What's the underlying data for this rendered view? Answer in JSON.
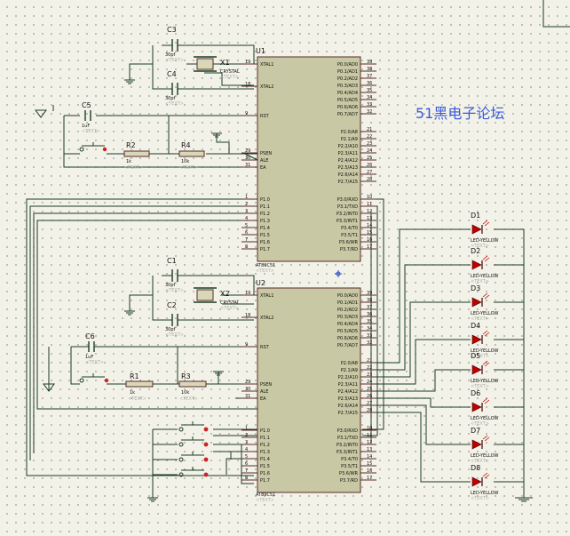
{
  "title_text": "51黑电子论坛",
  "u1": {
    "ref": "U1",
    "part": "AT89C51",
    "template": "<TEXT>",
    "left_pins": [
      {
        "name": "XTAL1",
        "num": "19"
      },
      {
        "name": "XTAL2",
        "num": "18"
      },
      {
        "name": "RST",
        "num": "9"
      },
      {
        "name": "PSEN",
        "num": "29"
      },
      {
        "name": "ALE",
        "num": "30"
      },
      {
        "name": "EA",
        "num": "31"
      },
      {
        "name": "P1.0",
        "num": "1"
      },
      {
        "name": "P1.1",
        "num": "2"
      },
      {
        "name": "P1.2",
        "num": "3"
      },
      {
        "name": "P1.3",
        "num": "4"
      },
      {
        "name": "P1.4",
        "num": "5"
      },
      {
        "name": "P1.5",
        "num": "6"
      },
      {
        "name": "P1.6",
        "num": "7"
      },
      {
        "name": "P1.7",
        "num": "8"
      }
    ],
    "right_pins": [
      {
        "name": "P0.0/AD0",
        "num": "39"
      },
      {
        "name": "P0.1/AD1",
        "num": "38"
      },
      {
        "name": "P0.2/AD2",
        "num": "37"
      },
      {
        "name": "P0.3/AD3",
        "num": "36"
      },
      {
        "name": "P0.4/AD4",
        "num": "35"
      },
      {
        "name": "P0.5/AD5",
        "num": "34"
      },
      {
        "name": "P0.6/AD6",
        "num": "33"
      },
      {
        "name": "P0.7/AD7",
        "num": "32"
      },
      {
        "name": "P2.0/A8",
        "num": "21"
      },
      {
        "name": "P2.1/A9",
        "num": "22"
      },
      {
        "name": "P2.2/A10",
        "num": "23"
      },
      {
        "name": "P2.3/A11",
        "num": "24"
      },
      {
        "name": "P2.4/A12",
        "num": "25"
      },
      {
        "name": "P2.5/A13",
        "num": "26"
      },
      {
        "name": "P2.6/A14",
        "num": "27"
      },
      {
        "name": "P2.7/A15",
        "num": "28"
      },
      {
        "name": "P3.0/RXD",
        "num": "10"
      },
      {
        "name": "P3.1/TXD",
        "num": "11"
      },
      {
        "name": "P3.2/INT0",
        "num": "12"
      },
      {
        "name": "P3.3/INT1",
        "num": "13"
      },
      {
        "name": "P3.4/T0",
        "num": "14"
      },
      {
        "name": "P3.5/T1",
        "num": "15"
      },
      {
        "name": "P3.6/WR",
        "num": "16"
      },
      {
        "name": "P3.7/RD",
        "num": "17"
      }
    ]
  },
  "u2": {
    "ref": "U2",
    "part": "AT89C51",
    "template": "<TEXT>"
  },
  "components_top": {
    "c3": {
      "ref": "C3",
      "value": "30pf",
      "template": "<TEXT>"
    },
    "c4": {
      "ref": "C4",
      "value": "30pf",
      "template": "<TEXT>"
    },
    "x1": {
      "ref": "X1",
      "value": "CRYSTAL",
      "template": "<TEXT>"
    },
    "c5": {
      "ref": "C5",
      "value": "1uF",
      "template": "<TEXT>"
    },
    "r2": {
      "ref": "R2",
      "value": "1k",
      "template": "<TEXT>"
    },
    "r4": {
      "ref": "R4",
      "value": "10k",
      "template": "<TEXT>"
    }
  },
  "components_bottom": {
    "c1": {
      "ref": "C1",
      "value": "30pf",
      "template": "<TEXT>"
    },
    "c2": {
      "ref": "C2",
      "value": "30pf",
      "template": "<TEXT>"
    },
    "x2": {
      "ref": "X2",
      "value": "CRYSTAL",
      "template": "<TEXT>"
    },
    "c6": {
      "ref": "C6",
      "value": "1uF",
      "template": "<TEXT>"
    },
    "r1": {
      "ref": "R1",
      "value": "1k",
      "template": "<TEXT>"
    },
    "r3": {
      "ref": "R3",
      "value": "10k",
      "template": "<TEXT>"
    }
  },
  "leds": [
    {
      "ref": "D1",
      "value": "LED-YELLOW"
    },
    {
      "ref": "D2",
      "value": "LED-YELLOW"
    },
    {
      "ref": "D3",
      "value": "LED-YELLOW"
    },
    {
      "ref": "D4",
      "value": "LED-YELLOW"
    },
    {
      "ref": "D5",
      "value": "LED-YELLOW"
    },
    {
      "ref": "D6",
      "value": "LED-YELLOW"
    },
    {
      "ref": "D7",
      "value": "LED-YELLOW"
    },
    {
      "ref": "D8",
      "value": "LED-YELLOW"
    }
  ],
  "led_template": "<TEXT>",
  "colors": {
    "background": "#f3f2e8",
    "chip_fill": "#c8c8a4",
    "wire": "#1a3c24",
    "led": "#c00000",
    "title": "#3a5ad8"
  }
}
